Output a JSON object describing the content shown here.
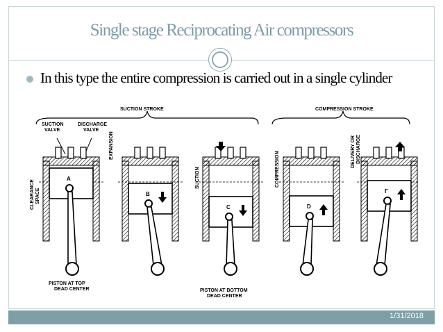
{
  "slide": {
    "title": "Single stage Reciprocating Air compressors",
    "bullet": "In this type the entire compression is carried out in a single cylinder",
    "date": "1/31/2018"
  },
  "diagram": {
    "labels": {
      "suction_stroke": "SUCTION  STROKE",
      "compression_stroke": "COMPRESSION  STROKE",
      "suction_valve": "SUCTION\nVALVE",
      "discharge_valve": "DISCHARGE\nVALVE",
      "expansion": "EXPANSION",
      "clearance_space": "CLEARANCE\nSPACE",
      "suction": "SUCTION",
      "compression": "COMPRESSION",
      "delivery_or_discharge": "DELIVERY OR\nDISCHARGE",
      "piston_top": "PISTON AT TOP\nDEAD CENTER",
      "piston_bottom": "PISTON AT BOTTOM\nDEAD CENTER"
    },
    "stages": [
      {
        "letter": "A",
        "arrow": "none"
      },
      {
        "letter": "B",
        "arrow": "down"
      },
      {
        "letter": "C",
        "arrow": "down"
      },
      {
        "letter": "D",
        "arrow": "up"
      },
      {
        "letter": "Γ",
        "arrow": "up"
      }
    ]
  }
}
